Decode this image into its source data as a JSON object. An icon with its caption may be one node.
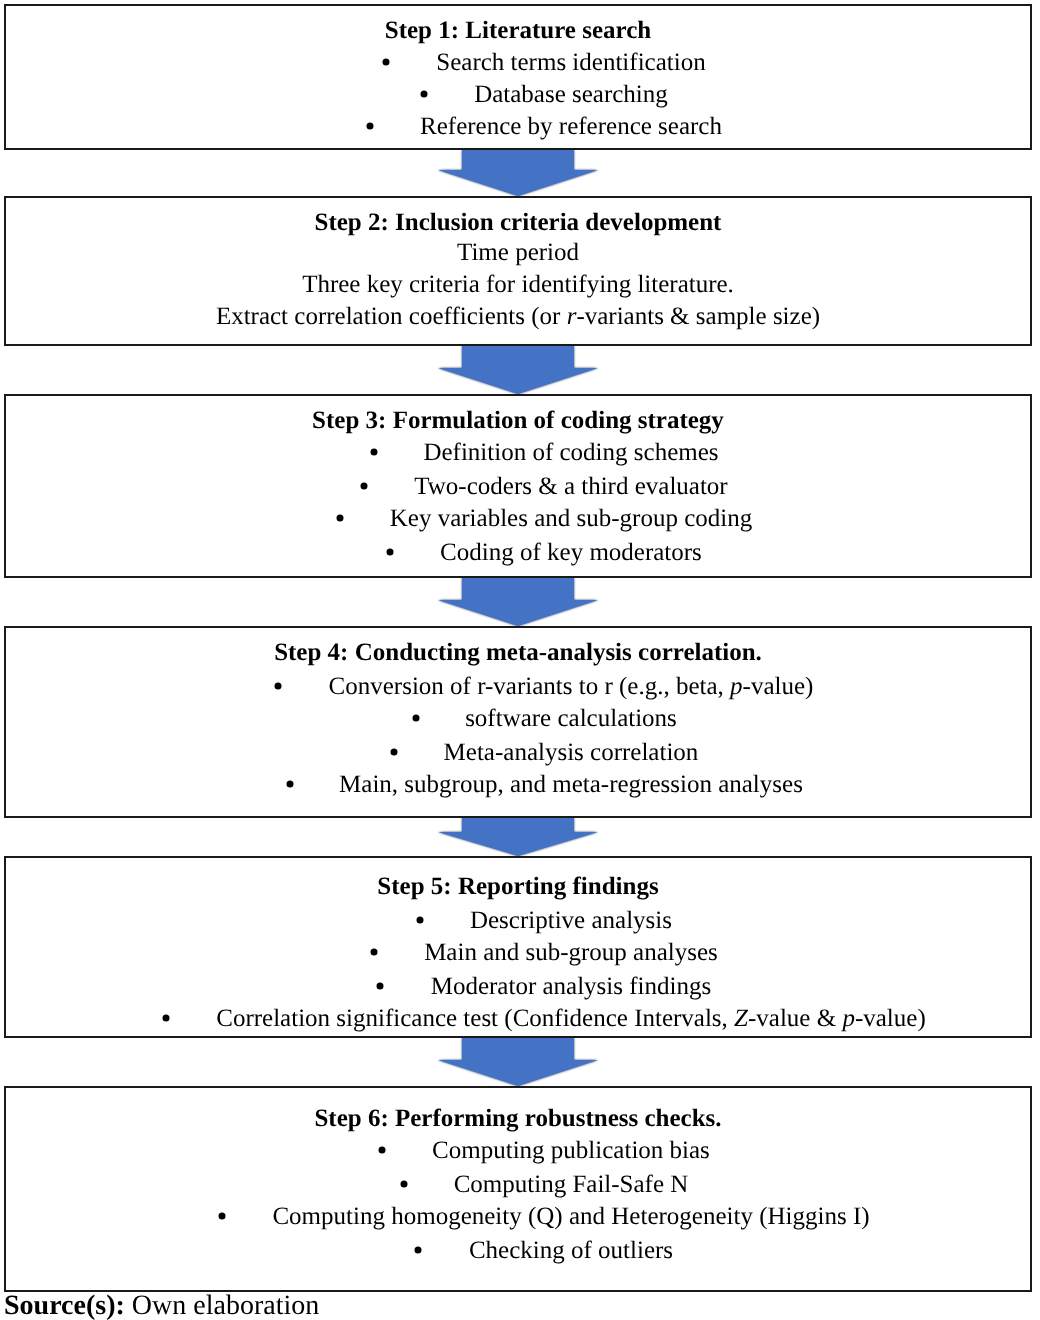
{
  "diagram": {
    "nodes": [
      {
        "text": [
          "Step 1: Literature search",
          "Search terms identification",
          "Database searching",
          "Reference by reference search"
        ]
      },
      {
        "text": [
          "Step 2: Inclusion criteria development",
          "Time period",
          "Three key criteria for identifying literature.",
          "Extract correlation coefficients (or *r*-variants & sample size)"
        ]
      },
      {
        "text": [
          "Step 3: Formulation of coding strategy",
          "Definition of coding schemes",
          "Two-coders & a third evaluator",
          "Key variables and sub-group coding",
          "Coding of key moderators"
        ]
      },
      {
        "text": [
          "Step 4: Conducting meta-analysis correlation.",
          "Conversion of r-variants to r (e.g., beta, *p*-value)",
          "software calculations",
          "Meta-analysis correlation",
          "Main, subgroup, and meta-regression analyses"
        ]
      },
      {
        "text": [
          "Step 5: Reporting findings",
          "Descriptive analysis",
          "Main and sub-group analyses",
          "Moderator analysis findings",
          "Correlation significance test (Confidence Intervals, *Z*-value & *p*-value)"
        ]
      },
      {
        "text": [
          "Step 6: Performing robustness checks.",
          "Computing publication bias",
          "Computing Fail-Safe N",
          "Computing homogeneity (Q) and Heterogeneity (Higgins I)",
          "Checking of outliers"
        ]
      }
    ],
    "edges": [
      {
        "from": 0,
        "to": 1,
        "arrow": "to"
      },
      {
        "from": 1,
        "to": 2,
        "arrow": "to"
      },
      {
        "from": 2,
        "to": 3,
        "arrow": "to"
      },
      {
        "from": 3,
        "to": 4,
        "arrow": "to"
      },
      {
        "from": 4,
        "to": 5,
        "arrow": "to"
      }
    ],
    "caption": "**Source(s):** Own elaboration"
  }
}
